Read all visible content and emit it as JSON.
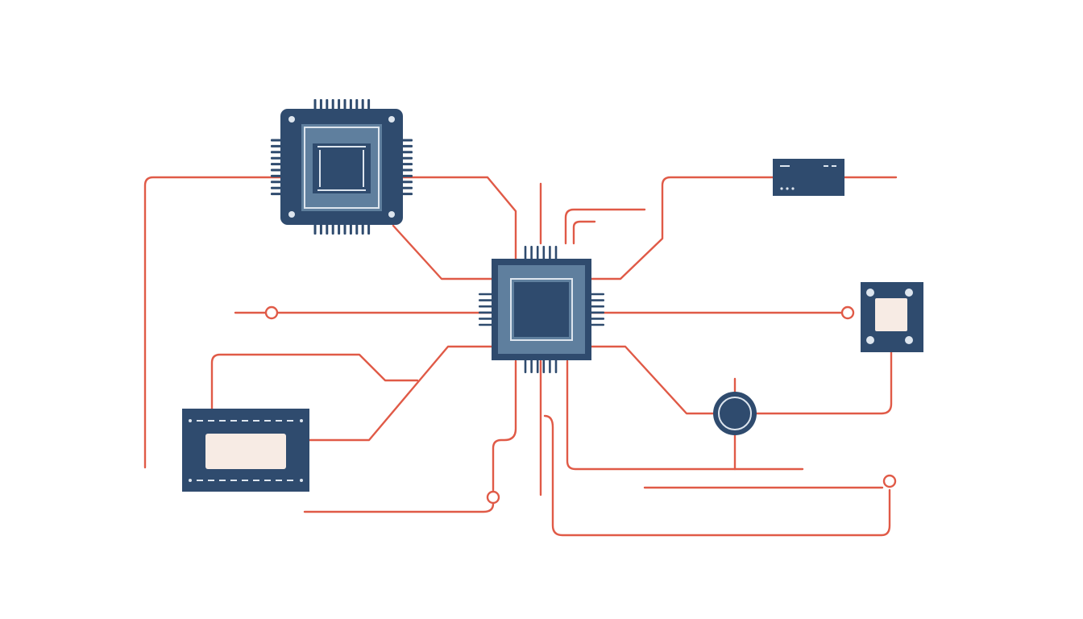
{
  "colors": {
    "background": "#ffffff",
    "trace": "#e05a47",
    "chip_dark": "#2f4b6e",
    "chip_mid": "#5f7f9e",
    "chip_light_line": "#dde5ee",
    "display_fill": "#f7ebe4"
  },
  "components": [
    {
      "name": "microprocessor-chip-top-left",
      "icon": "cpu-chip-icon"
    },
    {
      "name": "central-processor-chip",
      "icon": "cpu-chip-icon"
    },
    {
      "name": "memory-module-top-right",
      "icon": "memory-module-icon"
    },
    {
      "name": "sensor-module-right",
      "icon": "sensor-module-icon"
    },
    {
      "name": "display-module-left",
      "icon": "display-module-icon"
    },
    {
      "name": "round-connector",
      "icon": "round-connector-icon"
    }
  ]
}
